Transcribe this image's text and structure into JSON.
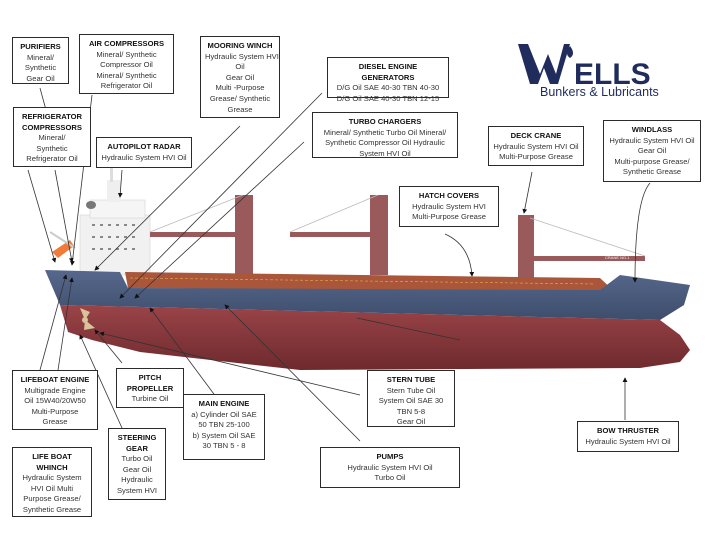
{
  "logo": {
    "name": "WELLS",
    "tagline": "Bunkers & Lubricants",
    "color": "#1f2c5c"
  },
  "colors": {
    "hull_upper": "#48587a",
    "hull_lower": "#8b3a3e",
    "deck": "#a9563b",
    "crane": "#9a5a5c",
    "superstructure": "#f2f2f2",
    "lifeboat": "#f07a3a"
  },
  "ship": {
    "crane_label": "CRANE NO.1"
  },
  "labels": {
    "purifiers": {
      "title": "PURIFIERS",
      "lines": [
        "Mineral/",
        "Synthetic",
        "Gear Oil"
      ]
    },
    "air_compressors": {
      "title": "AIR COMPRESSORS",
      "lines": [
        "Mineral/ Synthetic",
        "Compressor Oil",
        "Mineral/ Synthetic",
        "Refrigerator Oil"
      ]
    },
    "mooring_winch": {
      "title": "MOORING WINCH",
      "lines": [
        "Hydraulic System HVI",
        "Oil",
        "Gear Oil",
        "Multi -Purpose",
        "Grease/ Synthetic",
        "Grease"
      ]
    },
    "diesel_engine_generators": {
      "title": "DIESEL ENGINE GENERATORS",
      "lines": [
        "D/G Oil SAE 40-30 TBN 40-30",
        "D/G Oil SAE 40-30 TBN 12-15"
      ]
    },
    "refrigerator_compressors": {
      "title": "REFRIGERATOR COMPRESSORS",
      "lines": [
        "Mineral/",
        "Synthetic",
        "Refrigerator Oil"
      ]
    },
    "autopilot_radar": {
      "title": "AUTOPILOT RADAR",
      "lines": [
        "Hydraulic System HVI Oil"
      ]
    },
    "turbo_chargers": {
      "title": "TURBO CHARGERS",
      "lines": [
        "Mineral/ Synthetic Turbo Oil Mineral/",
        "Synthetic Compressor Oil Hydraulic",
        "System HVI Oil"
      ]
    },
    "deck_crane": {
      "title": "DECK CRANE",
      "lines": [
        "Hydraulic System HVI Oil",
        "Multi-Purpose Grease"
      ]
    },
    "windlass": {
      "title": "WINDLASS",
      "lines": [
        "Hydraulic System HVI Oil",
        "Gear Oil",
        "Multi-purpose Grease/",
        "Synthetic Grease"
      ]
    },
    "hatch_covers": {
      "title": "HATCH COVERS",
      "lines": [
        "Hydraulic System HVI",
        "Multi-Purpose Grease"
      ]
    },
    "lifeboat_engine": {
      "title": "LIFEBOAT ENGINE",
      "lines": [
        "Multigrade Engine",
        "Oil 15W40/20W50",
        "Multi-Purpose",
        "Grease"
      ]
    },
    "pitch_propeller": {
      "title": "PITCH PROPELLER",
      "lines": [
        "Turbine Oil"
      ]
    },
    "stern_tube": {
      "title": "STERN TUBE",
      "lines": [
        "Stern Tube Oil",
        "System Oil SAE 30",
        "TBN 5-8",
        "Gear Oil"
      ]
    },
    "main_engine": {
      "title": "MAIN ENGINE",
      "lines": [
        "a) Cylinder Oil SAE",
        "50 TBN 25-100",
        "b) System Oil SAE",
        "30 TBN 5 - 8"
      ]
    },
    "steering_gear": {
      "title": "STEERING GEAR",
      "lines": [
        "Turbo Oil",
        "Gear Oil",
        "Hydraulic",
        "System HVI"
      ]
    },
    "pumps": {
      "title": "PUMPS",
      "lines": [
        "Hydraulic System HVI Oil",
        "Turbo Oil"
      ]
    },
    "bow_thruster": {
      "title": "BOW THRUSTER",
      "lines": [
        "Hydraulic System HVI Oil"
      ]
    },
    "life_boat_winch": {
      "title": "LIFE BOAT WHINCH",
      "lines": [
        "Hydraulic System",
        "HVI Oil   Multi",
        "Purpose Grease/",
        "Synthetic Grease"
      ]
    }
  }
}
